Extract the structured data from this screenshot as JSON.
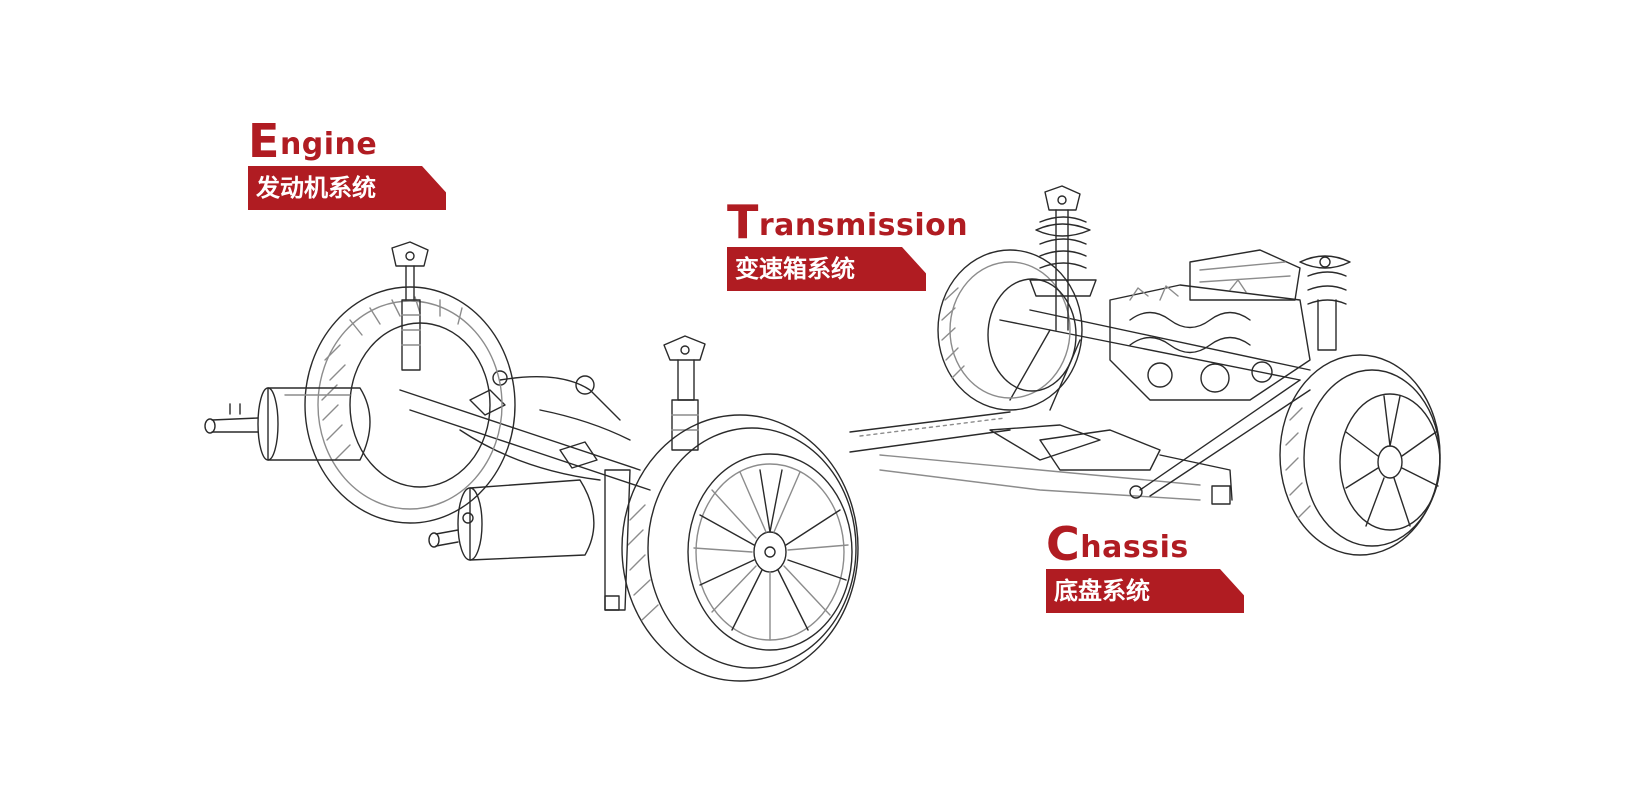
{
  "colors": {
    "accent": "#b01c22",
    "line_art": "#2a2a2a",
    "light_line": "#8c8c8c"
  },
  "labels": {
    "engine": {
      "initial": "E",
      "rest": "ngine",
      "cn": "发动机系统"
    },
    "transmission": {
      "initial": "T",
      "rest": "ransmission",
      "cn": "变速箱系统"
    },
    "chassis": {
      "initial": "C",
      "rest": "hassis",
      "cn": "底盘系统"
    }
  }
}
